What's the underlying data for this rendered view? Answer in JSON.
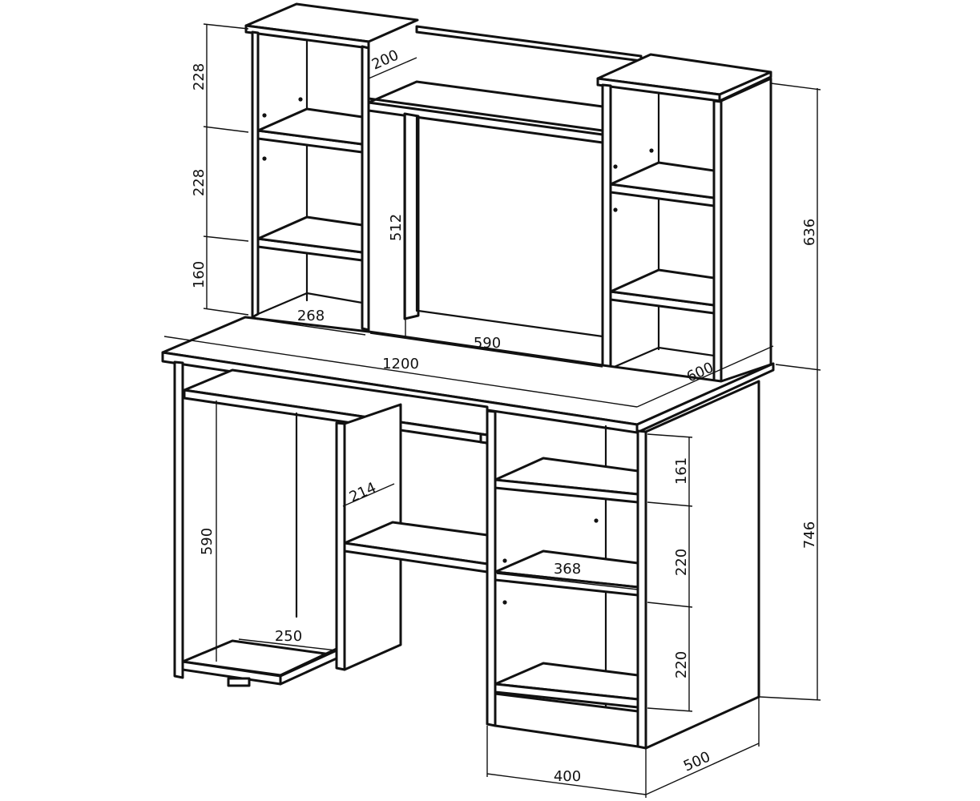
{
  "dimensions": {
    "hutch_left_shelf_top": "228",
    "hutch_left_shelf_middle": "228",
    "hutch_left_shelf_bottom": "160",
    "hutch_top_shelf_depth": "200",
    "hutch_opening_height": "512",
    "hutch_left_width": "268",
    "hutch_opening_width": "590",
    "hutch_total_height": "636",
    "desk_width": "1200",
    "desk_depth": "600",
    "keyboard_shelf_depth": "214",
    "pc_compartment_height": "590",
    "pc_shelf_width": "250",
    "pedestal_shelf_top": "161",
    "pedestal_shelf_middle": "220",
    "pedestal_shelf_bottom": "220",
    "pedestal_shelf_width": "368",
    "desk_height": "746",
    "pedestal_width": "400",
    "pedestal_depth": "500"
  },
  "colors": {
    "line": "#111111",
    "background": "#ffffff"
  }
}
